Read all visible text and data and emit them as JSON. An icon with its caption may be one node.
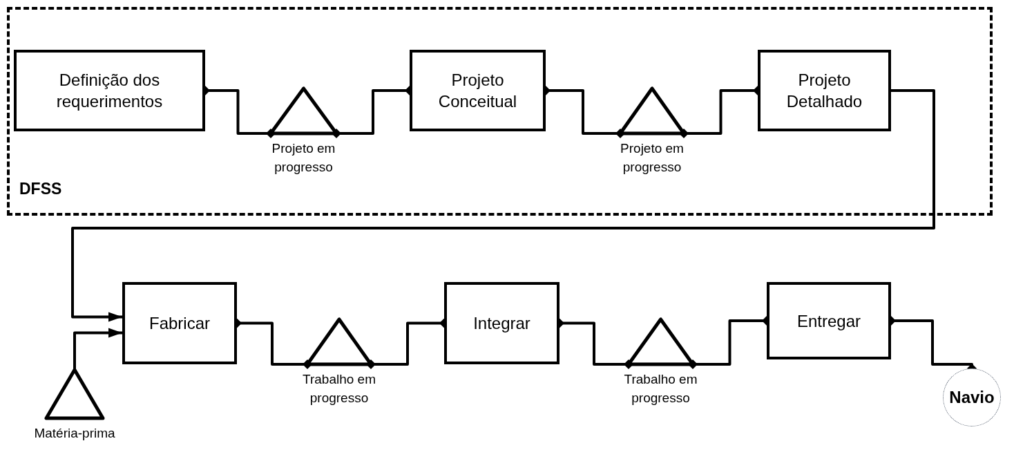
{
  "diagram": {
    "nodes": [
      {
        "text": [
          "DFSS"
        ]
      },
      {
        "text": [
          "Definição dos requerimentos"
        ],
        "in": 0
      },
      {
        "text": [],
        "shape": "triangle",
        "beside": [
          "Projeto em progresso"
        ],
        "in": 0
      },
      {
        "text": [
          "Projeto Conceitual"
        ],
        "in": 0
      },
      {
        "text": [],
        "shape": "triangle",
        "beside": [
          "Projeto em progresso"
        ],
        "in": 0
      },
      {
        "text": [
          "Projeto Detalhado"
        ],
        "in": 0
      },
      {
        "text": [
          "Fabricar"
        ]
      },
      {
        "text": [],
        "shape": "triangle",
        "beside": [
          "Trabalho em progresso"
        ]
      },
      {
        "text": [
          "Integrar"
        ]
      },
      {
        "text": [],
        "shape": "triangle",
        "beside": [
          "Trabalho em progresso"
        ]
      },
      {
        "text": [
          "Entregar"
        ]
      },
      {
        "text": [
          "Navio"
        ]
      },
      {
        "text": [],
        "shape": "triangle",
        "beside": [
          "Matéria-prima"
        ]
      }
    ],
    "edges": [
      {
        "from": 1,
        "to": 2,
        "arrow": "other"
      },
      {
        "from": 2,
        "to": 3,
        "arrow": "other"
      },
      {
        "from": 3,
        "to": 4,
        "arrow": "other"
      },
      {
        "from": 4,
        "to": 5,
        "arrow": "other"
      },
      {
        "from": 5,
        "to": 6,
        "arrow": "to"
      },
      {
        "from": 12,
        "to": 6,
        "arrow": "to"
      },
      {
        "from": 6,
        "to": 7,
        "arrow": "other"
      },
      {
        "from": 7,
        "to": 8,
        "arrow": "other"
      },
      {
        "from": 8,
        "to": 9,
        "arrow": "other"
      },
      {
        "from": 9,
        "to": 10,
        "arrow": "other"
      },
      {
        "from": 10,
        "to": 11,
        "arrow": "other"
      }
    ]
  }
}
